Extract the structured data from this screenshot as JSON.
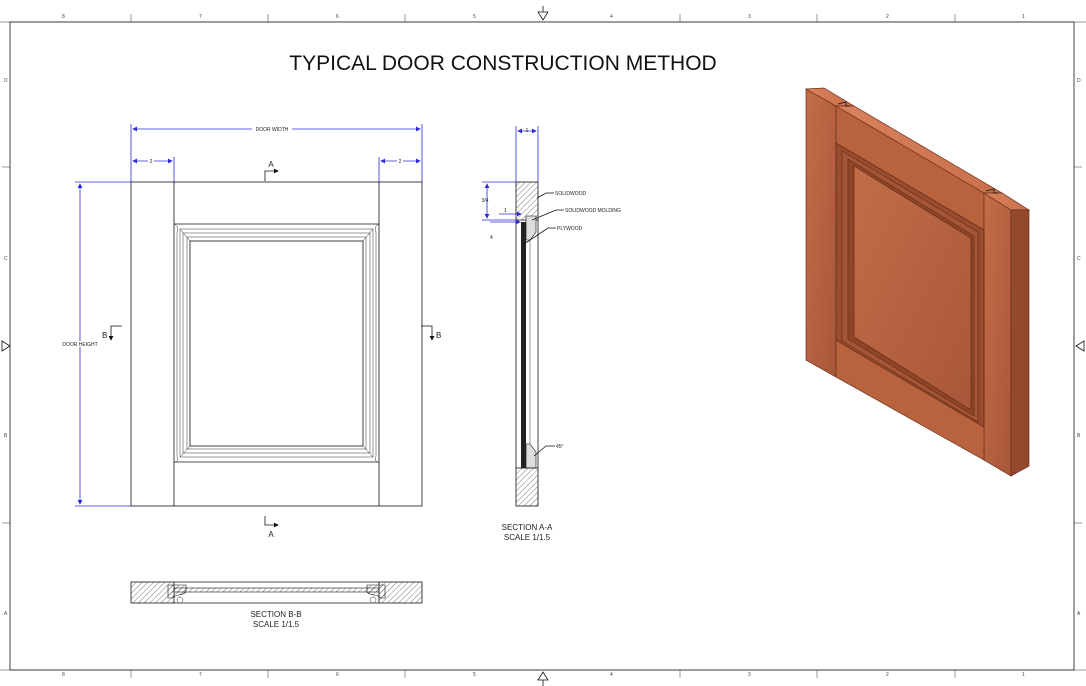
{
  "title": "TYPICAL DOOR CONSTRUCTION METHOD",
  "zones": {
    "columns": [
      "8",
      "7",
      "6",
      "5",
      "4",
      "3",
      "2",
      "1"
    ],
    "rows": [
      "D",
      "C",
      "B",
      "A"
    ]
  },
  "front_view": {
    "door_width_label": "DOOR WIDTH",
    "door_height_label": "DOOR HEIGHT",
    "stile_dim_left": "2",
    "stile_dim_right": "2",
    "section_a_top": "A",
    "section_a_bottom": "A",
    "section_b_left": "B",
    "section_b_right": "B"
  },
  "section_aa": {
    "thickness_dim": "1",
    "dim_rail": "3/4",
    "dim_small_1": "1",
    "dim_small_2": "4",
    "callout_solidwood": "SOLIDWOOD",
    "callout_molding": "SOLIDWOOD MOLDING",
    "callout_plywood": "PLYWOOD",
    "callout_angle": "45°",
    "caption_name": "SECTION A-A",
    "caption_scale": "SCALE 1/1.5"
  },
  "section_bb": {
    "caption_name": "SECTION B-B",
    "caption_scale": "SCALE 1/1.5"
  },
  "colors": {
    "dimension": "#2b2bd8",
    "wood_face": "#b5613d",
    "wood_light": "#c97a55",
    "wood_dark": "#8f4628"
  }
}
